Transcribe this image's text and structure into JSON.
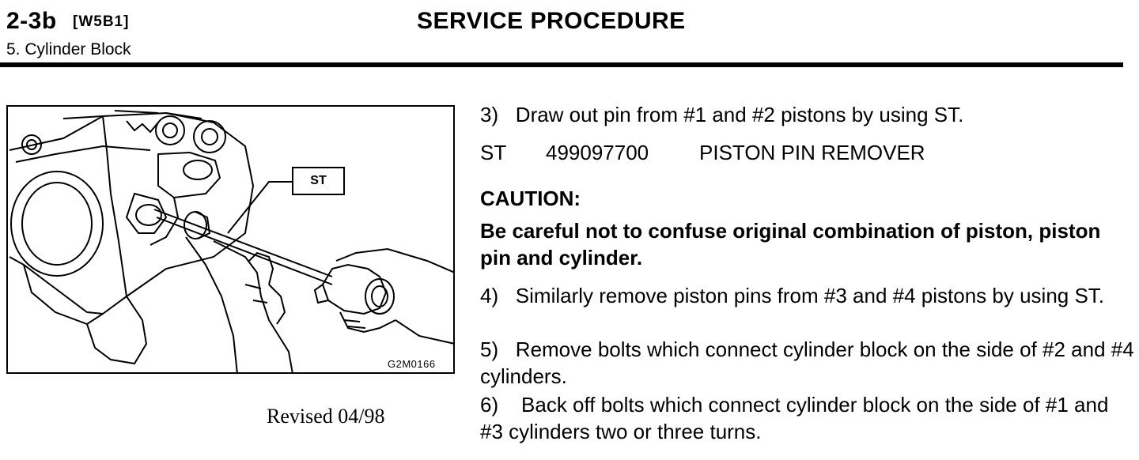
{
  "header": {
    "section_code": "2-3b",
    "model_code": "[W5B1]",
    "title": "SERVICE PROCEDURE",
    "subsection": "5. Cylinder Block"
  },
  "figure": {
    "callout": "ST",
    "code": "G2M0166"
  },
  "revision": "Revised 04/98",
  "steps": {
    "step3": "3)   Draw out pin from #1 and #2 pistons by using ST.",
    "tool": {
      "prefix": "ST",
      "part_number": "499097700",
      "name": "PISTON PIN REMOVER"
    },
    "caution_title": "CAUTION:",
    "caution_text": "Be careful not to confuse original combination of piston, piston pin and cylinder.",
    "step4": "4)   Similarly remove piston pins from #3 and #4 pistons by using ST.",
    "step5": "5)   Remove bolts which connect cylinder block on the side of #2 and #4 cylinders.",
    "step6": "6)    Back off bolts which connect cylinder block on the side of #1 and #3 cylinders two or three turns."
  }
}
